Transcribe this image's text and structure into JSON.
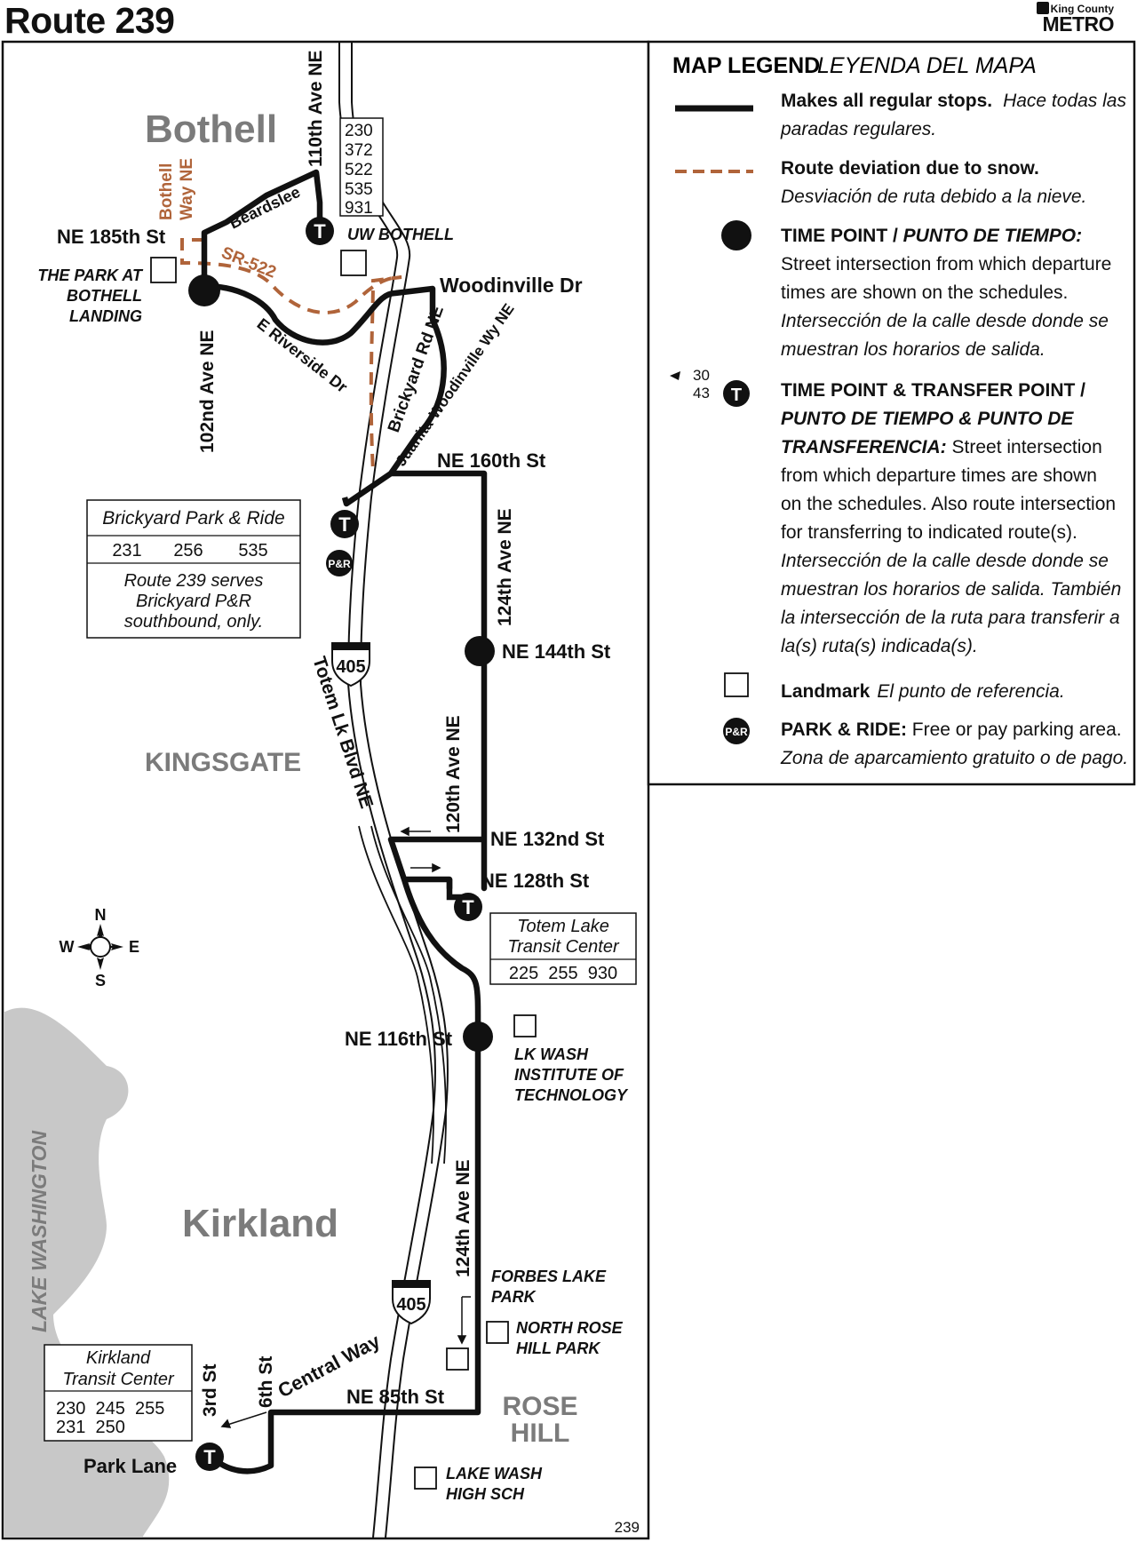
{
  "header": {
    "title": "Route 239",
    "logo_top": "King County",
    "logo_bottom": "METRO"
  },
  "colors": {
    "route": "#111111",
    "snow_route": "#b0643a",
    "city_gray": "#7b7b7b",
    "water": "#c8c8c8"
  },
  "legend": {
    "title": "MAP LEGEND",
    "title_es": "LEYENDA DEL MAPA",
    "regular_stops": "Makes all regular stops.",
    "regular_stops_es_1": "Hace todas las",
    "regular_stops_es_2": "paradas regulares.",
    "snow": "Route deviation due to snow.",
    "snow_es": "Desviación de ruta debido a la nieve.",
    "timepoint_title": "TIME POINT / ",
    "timepoint_title_es": "PUNTO DE TIEMPO:",
    "timepoint_desc_1": "Street intersection from which departure",
    "timepoint_desc_2": "times are shown on the schedules.",
    "timepoint_desc_es_1": "Intersección de la calle desde donde se",
    "timepoint_desc_es_2": "muestran los horarios de salida.",
    "transfer_routes_1": "30",
    "transfer_routes_2": "43",
    "transfer_title_1": "TIME POINT & TRANSFER POINT /",
    "transfer_title_2": "PUNTO DE TIEMPO & PUNTO DE",
    "transfer_title_3": "TRANSFERENCIA:",
    "transfer_desc_3": " Street intersection",
    "transfer_desc_4": "from which departure times are shown",
    "transfer_desc_5": "on the schedules. Also route intersection",
    "transfer_desc_6": "for transferring to indicated route(s).",
    "transfer_es_1": "Intersección de la calle desde donde se",
    "transfer_es_2": "muestran los horarios de salida. También",
    "transfer_es_3": "la intersección de la ruta para transferir a",
    "transfer_es_4": "la(s) ruta(s) indicada(s).",
    "landmark": "Landmark",
    "landmark_es": "El punto de referencia.",
    "pr_title": "PARK & RIDE:",
    "pr_desc": " Free or pay parking area.",
    "pr_es": "Zona de aparcamiento gratuito o de pago."
  },
  "icons": {
    "timepoint_letter": "T",
    "pr_letter": "P&R",
    "interstate_number": "405"
  },
  "cities": {
    "bothell": "Bothell",
    "kingsgate": "KINGSGATE",
    "kirkland": "Kirkland",
    "rose_1": "ROSE",
    "rose_2": "HILL",
    "lake": "LAKE WASHINGTON"
  },
  "streets": {
    "ave_110": "110th Ave NE",
    "beardslee": "Beardslee",
    "bothell_way_1": "Bothell",
    "bothell_way_2": "Way NE",
    "ne185": "NE 185th St",
    "sr522": "SR-522",
    "woodinville": "Woodinville Dr",
    "e_riverside": "E Riverside Dr",
    "ave_102": "102nd Ave NE",
    "brickyard": "Brickyard Rd NE",
    "juanita": "Juanita-Woodinville Wy NE",
    "ne160": "NE 160th St",
    "ave_124_n": "124th Ave NE",
    "ne144": "NE 144th St",
    "totem": "Totem Lk Blvd NE",
    "ave_120": "120th Ave NE",
    "ne132": "NE 132nd St",
    "ne128": "NE 128th St",
    "ne116": "NE 116th St",
    "ave_124_s": "124th Ave NE",
    "central": "Central Way",
    "ne85": "NE 85th St",
    "st_6": "6th St",
    "st_3": "3rd St",
    "park_lane": "Park Lane"
  },
  "places": {
    "uw_bothell": "UW BOTHELL",
    "park_bothell_1": "THE PARK AT",
    "park_bothell_2": "BOTHELL",
    "park_bothell_3": "LANDING",
    "lk_wash_1": "LK WASH",
    "lk_wash_2": "INSTITUTE OF",
    "lk_wash_3": "TECHNOLOGY",
    "forbes_1": "FORBES LAKE",
    "forbes_2": "PARK",
    "north_rose_1": "NORTH ROSE",
    "north_rose_2": "HILL PARK",
    "lwhs_1": "LAKE WASH",
    "lwhs_2": "HIGH SCH"
  },
  "boxes": {
    "bothell_routes": [
      "230",
      "372",
      "522",
      "535",
      "931"
    ],
    "brickyard_title": "Brickyard Park & Ride",
    "brickyard_routes": [
      "231",
      "256",
      "535"
    ],
    "brickyard_note_1": "Route 239 serves",
    "brickyard_note_2": "Brickyard P&R",
    "brickyard_note_3": "southbound, only.",
    "totem_title_1": "Totem Lake",
    "totem_title_2": "Transit Center",
    "totem_routes": "225  255  930",
    "kirkland_title_1": "Kirkland",
    "kirkland_title_2": "Transit Center",
    "kirkland_routes_1": "230  245  255",
    "kirkland_routes_2": "231  250"
  },
  "compass": {
    "n": "N",
    "s": "S",
    "e": "E",
    "w": "W"
  },
  "page_number": "239"
}
